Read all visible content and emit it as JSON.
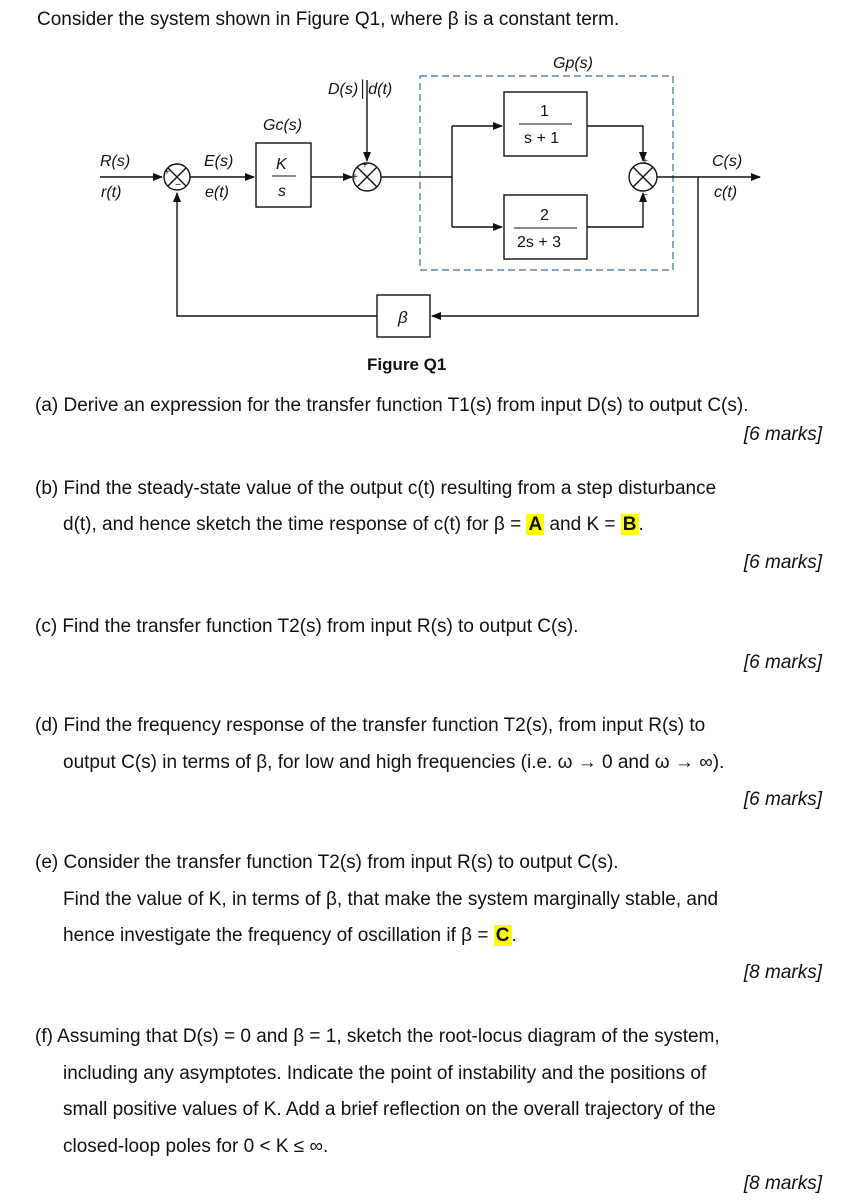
{
  "intro": "Consider the system shown in Figure Q1, where β is a constant term.",
  "figure": {
    "caption": "Figure Q1",
    "gp_label": "Gp(s)",
    "gc_label": "Gc(s)",
    "disturbance_label": "D(s)│d(t)",
    "input_top": "R(s)",
    "input_bottom": "r(t)",
    "error_top": "E(s)",
    "error_bottom": "e(t)",
    "output_top": "C(s)",
    "output_bottom": "c(t)",
    "controller_num": "K",
    "controller_den": "s",
    "block1_num": "1",
    "block1_den": "s + 1",
    "block2_num": "2",
    "block2_den": "2s + 3",
    "feedback_label": "β",
    "sum1_plus": "+",
    "sum1_minus": "−",
    "sum2_plus_top": "+",
    "sum2_plus_left": "+",
    "sum3_plus": "+",
    "sum3_minus": "−"
  },
  "questions": {
    "a_line1": "(a) Derive an expression for the transfer function T1(s) from input D(s) to output C(s).",
    "a_marks": "[6 marks]",
    "b_line1": "(b) Find the steady-state value of the output c(t) resulting from a step disturbance",
    "b_line2_pre": "d(t), and hence sketch the time response of c(t) for β = ",
    "b_hl_A": "A",
    "b_line2_mid": " and K = ",
    "b_hl_B": "B",
    "b_line2_end": ".",
    "b_marks": "[6 marks]",
    "c_line1": "(c) Find the transfer function T2(s) from input R(s) to output C(s).",
    "c_marks": "[6 marks]",
    "d_line1": "(d) Find the frequency response of the transfer function T2(s), from input R(s) to",
    "d_line2": "output C(s) in terms of β, for low and high frequencies (i.e. ω → 0 and ω → ∞).",
    "d_marks": "[6 marks]",
    "e_line1": "(e) Consider the transfer function T2(s) from input R(s) to output C(s).",
    "e_line2": "Find the value of K, in terms of β, that make the system marginally stable, and",
    "e_line3_pre": "hence investigate the frequency of oscillation if β = ",
    "e_hl_C": "C",
    "e_line3_end": ".",
    "e_marks": "[8 marks]",
    "f_line1": "(f)  Assuming that D(s) = 0 and β = 1, sketch the root-locus diagram of the system,",
    "f_line2": "including any asymptotes. Indicate the point of instability and the positions of",
    "f_line3": "small positive values of K. Add a brief reflection on the overall trajectory of the",
    "f_line4": "closed-loop poles for 0 < K ≤ ∞.",
    "f_marks": "[8 marks]"
  },
  "colors": {
    "highlight": "#ffff00",
    "plant_box_border": "#3a6ea5"
  }
}
